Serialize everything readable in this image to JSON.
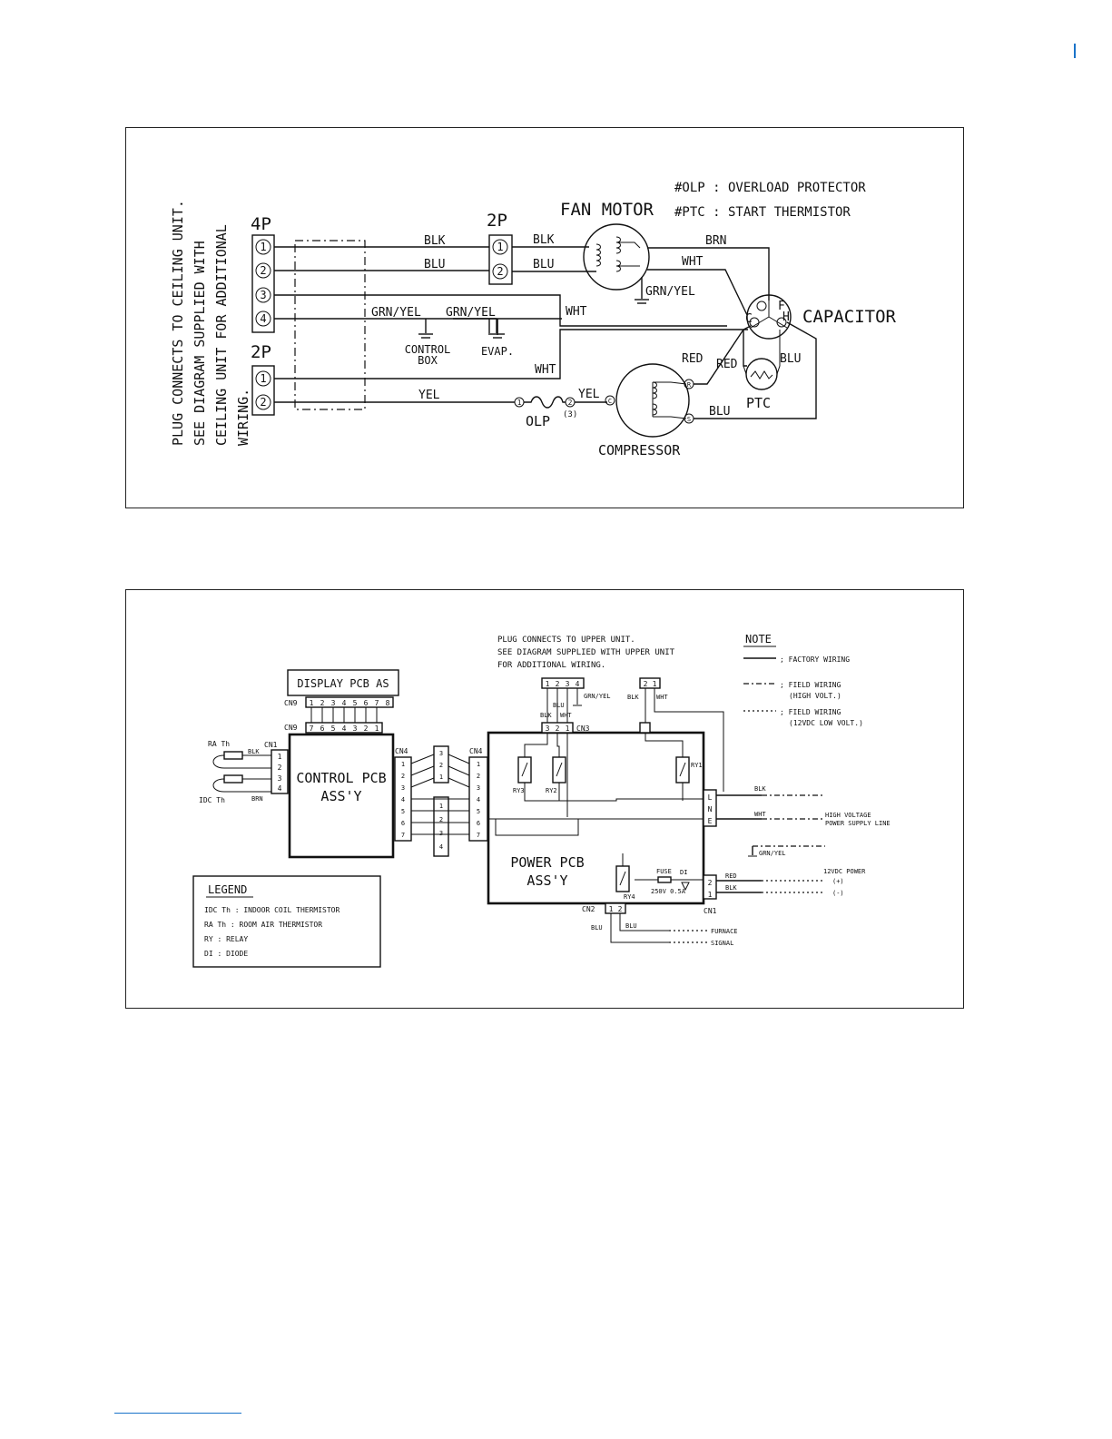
{
  "top": {
    "note_vertical": [
      "PLUG CONNECTS TO CEILING UNIT.",
      "SEE DIAGRAM SUPPLIED WITH",
      "CEILING UNIT FOR ADDITIONAL",
      "WIRING."
    ],
    "connector_4p": "4P",
    "connector_2p_a": "2P",
    "connector_2p_b": "2P",
    "pins_4": [
      "1",
      "2",
      "3",
      "4"
    ],
    "pins_2": [
      "1",
      "2"
    ],
    "legend_olp": "#OLP : OVERLOAD PROTECTOR",
    "legend_ptc": "#PTC : START THERMISTOR",
    "fan_motor": "FAN MOTOR",
    "capacitor": "CAPACITOR",
    "compressor": "COMPRESSOR",
    "olp": "OLP",
    "olp_pin3": "(3)",
    "ptc": "PTC",
    "control_box": [
      "CONTROL",
      "BOX"
    ],
    "evap": "EVAP.",
    "cap_terminals": [
      "C",
      "F",
      "H"
    ],
    "comp_terminals": [
      "R",
      "C",
      "S"
    ],
    "olp_pins": [
      "1",
      "2"
    ],
    "wires": {
      "blk": "BLK",
      "blu": "BLU",
      "brn": "BRN",
      "wht": "WHT",
      "grn_yel": "GRN/YEL",
      "yel": "YEL",
      "red": "RED"
    }
  },
  "bottom": {
    "plug_note": [
      "PLUG CONNECTS TO UPPER UNIT.",
      "SEE DIAGRAM SUPPLIED WITH UPPER UNIT",
      "FOR ADDITIONAL WIRING."
    ],
    "note_title": "NOTE",
    "note_items": [
      "; FACTORY WIRING",
      "; FIELD WIRING",
      "(HIGH VOLT.)",
      "; FIELD WIRING",
      "(12VDC LOW VOLT.)"
    ],
    "display_pcb": "DISPLAY PCB AS",
    "cn9": "CN9",
    "cn9_pins_top": [
      "1",
      "2",
      "3",
      "4",
      "5",
      "6",
      "7",
      "8"
    ],
    "cn9_pins_bottom": [
      "7",
      "6",
      "5",
      "4",
      "3",
      "2",
      "1"
    ],
    "control_pcb": [
      "CONTROL PCB",
      "ASS'Y"
    ],
    "power_pcb": [
      "POWER PCB",
      "ASS'Y"
    ],
    "cn1": "CN1",
    "cn4": "CN4",
    "cn3": "CN3",
    "cn2": "CN2",
    "ra_th": "RA Th",
    "idc_th": "IDC Th",
    "cn1_pins": [
      "1",
      "2",
      "3",
      "4"
    ],
    "cn4_pins": [
      "1",
      "2",
      "3",
      "4",
      "5",
      "6",
      "7"
    ],
    "harness_a": [
      "3",
      "2",
      "1"
    ],
    "harness_b": [
      "1",
      "2",
      "3",
      "4"
    ],
    "plug4_pins": [
      "1",
      "2",
      "3",
      "4"
    ],
    "plug2_pins": [
      "2",
      "1"
    ],
    "cn3_pins": [
      "3",
      "2",
      "1"
    ],
    "cn2_pins": [
      "1",
      "2"
    ],
    "cn1_power_pins": [
      "2",
      "1"
    ],
    "terminals": [
      "L",
      "N",
      "E"
    ],
    "relays": [
      "RY1",
      "RY2",
      "RY3",
      "RY4"
    ],
    "fuse": [
      "FUSE",
      "250V 0.5A"
    ],
    "diode": "DI",
    "hv_label": [
      "HIGH VOLTAGE",
      "POWER SUPPLY LINE"
    ],
    "dc_power": "12VDC POWER",
    "plus": "(+)",
    "minus": "(-)",
    "furnace": "FURNACE",
    "signal": "SIGNAL",
    "wires": {
      "blk": "BLK",
      "blu": "BLU",
      "wht": "WHT",
      "brn": "BRN",
      "red": "RED",
      "grn_yel": "GRN/YEL"
    },
    "legend_title": "LEGEND",
    "legend_items": [
      "IDC Th : INDOOR COIL THERMISTOR",
      "RA Th : ROOM AIR THERMISTOR",
      "RY : RELAY",
      "DI : DIODE"
    ]
  }
}
